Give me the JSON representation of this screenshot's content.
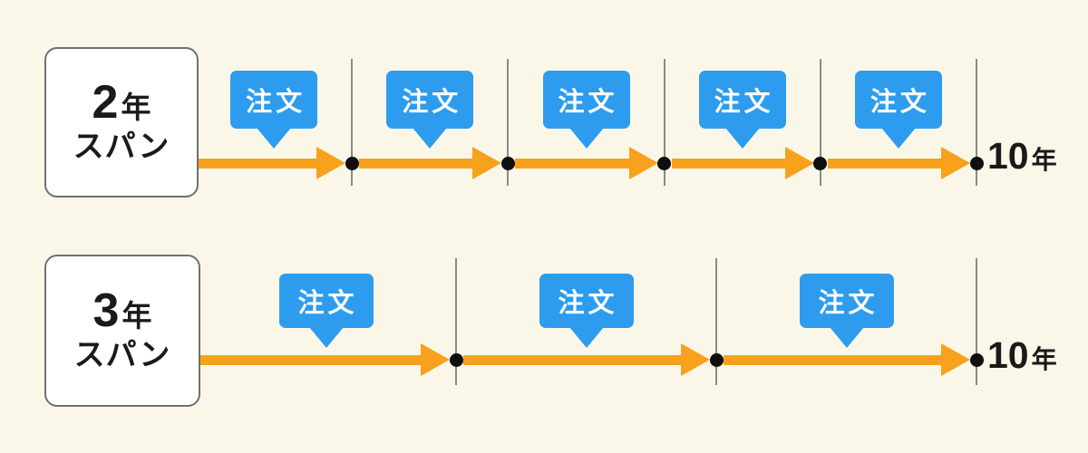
{
  "title": "order-span-timelines",
  "colors": {
    "background": "#FAF7E9",
    "bubble_blue": "#2D9CEE",
    "arrow_orange": "#F7A11C",
    "tick_gray": "#8A8A8A",
    "box_border": "#6E7072",
    "text_dark": "#1A1A1A",
    "dot_black": "#0F0F0F",
    "bubble_text": "#FFFFFF"
  },
  "rows": [
    {
      "span_value": "2",
      "span_unit": "年",
      "span_word": "スパン",
      "segments": 5,
      "orders": [
        "注文",
        "注文",
        "注文",
        "注文",
        "注文"
      ],
      "end_value": "10",
      "end_unit": "年"
    },
    {
      "span_value": "3",
      "span_unit": "年",
      "span_word": "スパン",
      "segments": 3,
      "orders": [
        "注文",
        "注文",
        "注文"
      ],
      "end_value": "10",
      "end_unit": "年"
    }
  ]
}
